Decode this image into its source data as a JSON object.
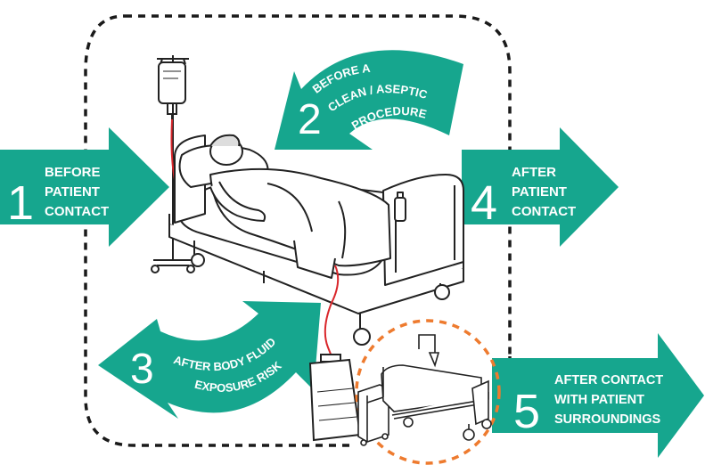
{
  "colors": {
    "green": "#16a68e",
    "dash_black": "#1a1a1a",
    "dash_orange": "#ee7b2f",
    "tube_red": "#d9262b",
    "line": "#222222"
  },
  "moments": [
    {
      "number": "1",
      "lines": [
        "BEFORE",
        "PATIENT",
        "CONTACT"
      ]
    },
    {
      "number": "2",
      "lines": [
        "BEFORE A",
        "CLEAN / ASEPTIC",
        "PROCEDURE"
      ]
    },
    {
      "number": "3",
      "lines": [
        "AFTER BODY FLUID",
        "EXPOSURE RISK"
      ]
    },
    {
      "number": "4",
      "lines": [
        "AFTER",
        "PATIENT",
        "CONTACT"
      ]
    },
    {
      "number": "5",
      "lines": [
        "AFTER CONTACT",
        "WITH PATIENT",
        "SURROUNDINGS"
      ]
    }
  ],
  "icons": [
    "hospital-bed-with-patient-illustration",
    "iv-drip-stand-icon",
    "urine-drainage-bag-icon",
    "empty-bed-surroundings-icon"
  ]
}
